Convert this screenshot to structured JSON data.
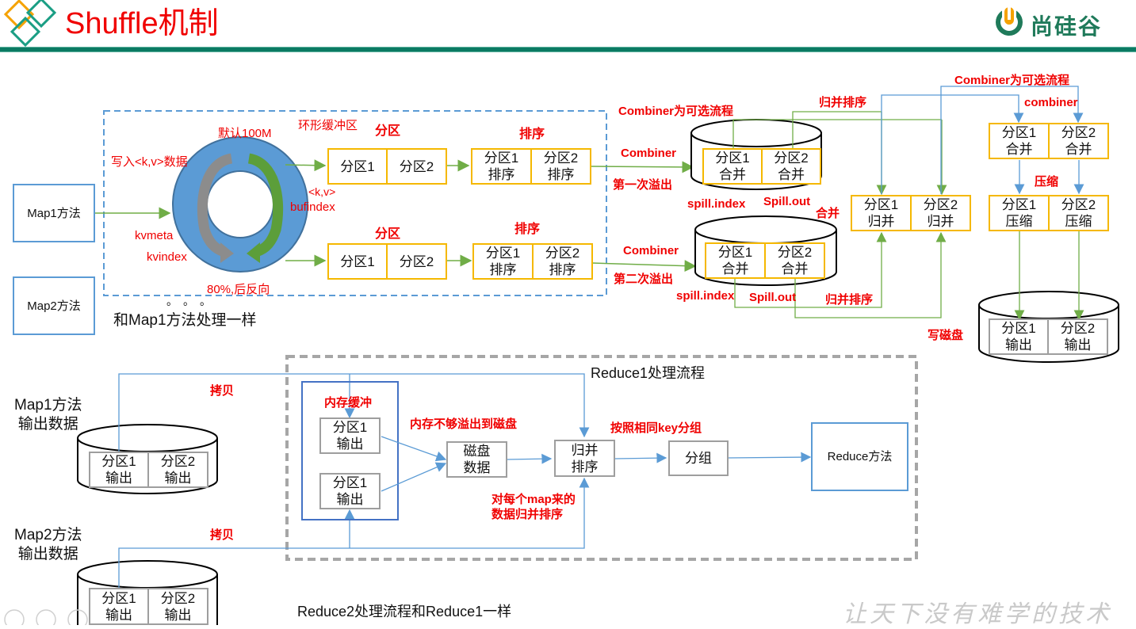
{
  "header": {
    "title": "Shuffle机制",
    "brand": "尚硅谷",
    "colors": {
      "title": "#f00000",
      "bar": "#0b7a63",
      "brand": "#1f7a5a",
      "logo_orange": "#f5a200"
    }
  },
  "map_phase": {
    "map1_label": "Map1方法",
    "map2_label": "Map2方法",
    "same_as_map1": "和Map1方法处理一样",
    "ellipsis": "。。。",
    "ring_buffer": {
      "title": "环形缓冲区",
      "default_size": "默认100M",
      "write_kv": "写入<k,v>数据",
      "kv": "<k,v>",
      "bufindex": "bufindex",
      "kvmeta": "kvmeta",
      "kvindex": "kvindex",
      "threshold": "80%,后反向"
    },
    "partition_label": "分区",
    "sort_label": "排序",
    "partitions": [
      "分区1",
      "分区2"
    ],
    "sorted": [
      "分区1\n排序",
      "分区2\n排序"
    ]
  },
  "spill": {
    "combiner_optional": "Combiner为可选流程",
    "combiner": "Combiner",
    "first_spill": "第一次溢出",
    "second_spill": "第二次溢出",
    "spill_index": "spill.index",
    "spill_out": "Spill.out",
    "merged": [
      "分区1\n合并",
      "分区2\n合并"
    ],
    "merge_label": "合并",
    "merge_sort": "归并排序"
  },
  "merge_stage": {
    "merged_sorted": [
      "分区1\n归并",
      "分区2\n归并"
    ],
    "combiner_optional": "Combiner为可选流程",
    "combiner_lower": "combiner",
    "combined": [
      "分区1\n合并",
      "分区2\n合并"
    ],
    "compress_label": "压缩",
    "compressed": [
      "分区1\n压缩",
      "分区2\n压缩"
    ],
    "write_disk": "写磁盘",
    "outputs": [
      "分区1\n输出",
      "分区2\n输出"
    ]
  },
  "reduce_phase": {
    "title": "Reduce1处理流程",
    "map1_output": "Map1方法\n输出数据",
    "map2_output": "Map2方法\n输出数据",
    "copy_label": "拷贝",
    "disk_outputs": [
      "分区1\n输出",
      "分区2\n输出"
    ],
    "memory_buffer": "内存缓冲",
    "buffer_items": [
      "分区1\n输出",
      "分区1\n输出"
    ],
    "spill_to_disk": "内存不够溢出到磁盘",
    "disk_data": "磁盘\n数据",
    "merge_sort": "归并\n排序",
    "per_map_merge": "对每个map来的\n数据归并排序",
    "group_by_key": "按照相同key分组",
    "group": "分组",
    "reduce_method": "Reduce方法",
    "reduce2_note": "Reduce2处理流程和Reduce1一样"
  },
  "footer": {
    "motto": "让天下没有难学的技术"
  }
}
